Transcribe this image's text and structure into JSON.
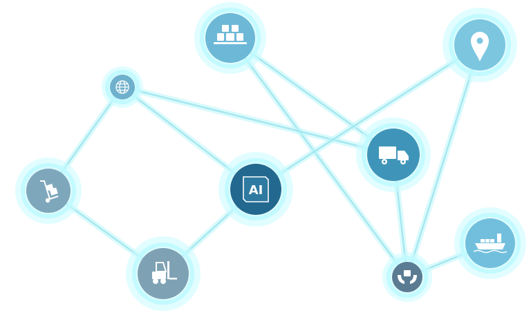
{
  "diagram": {
    "center_label": "AI",
    "nodes": [
      {
        "id": "warehouse",
        "icon": "warehouse-boxes-icon",
        "color": "#6cb8d6"
      },
      {
        "id": "location",
        "icon": "location-pin-icon",
        "color": "#7cc6e0"
      },
      {
        "id": "globe",
        "icon": "globe-icon",
        "color": "#6fb0cc"
      },
      {
        "id": "truck",
        "icon": "delivery-truck-icon",
        "color": "#3f95b9"
      },
      {
        "id": "ai",
        "icon": "ai-chip-icon",
        "color": "#23698f"
      },
      {
        "id": "hand-truck",
        "icon": "hand-truck-icon",
        "color": "#7fa7bb"
      },
      {
        "id": "forklift",
        "icon": "forklift-icon",
        "color": "#7ea2b4"
      },
      {
        "id": "cargo-ship",
        "icon": "cargo-ship-icon",
        "color": "#72bfdd"
      },
      {
        "id": "package-care",
        "icon": "package-in-hands-icon",
        "color": "#5a7b92"
      }
    ],
    "edges": [
      [
        "warehouse",
        "truck"
      ],
      [
        "warehouse",
        "package-care"
      ],
      [
        "globe",
        "truck"
      ],
      [
        "globe",
        "ai"
      ],
      [
        "globe",
        "hand-truck"
      ],
      [
        "hand-truck",
        "forklift"
      ],
      [
        "forklift",
        "ai"
      ],
      [
        "ai",
        "location"
      ],
      [
        "location",
        "package-care"
      ],
      [
        "truck",
        "package-care"
      ],
      [
        "package-care",
        "cargo-ship"
      ]
    ]
  }
}
